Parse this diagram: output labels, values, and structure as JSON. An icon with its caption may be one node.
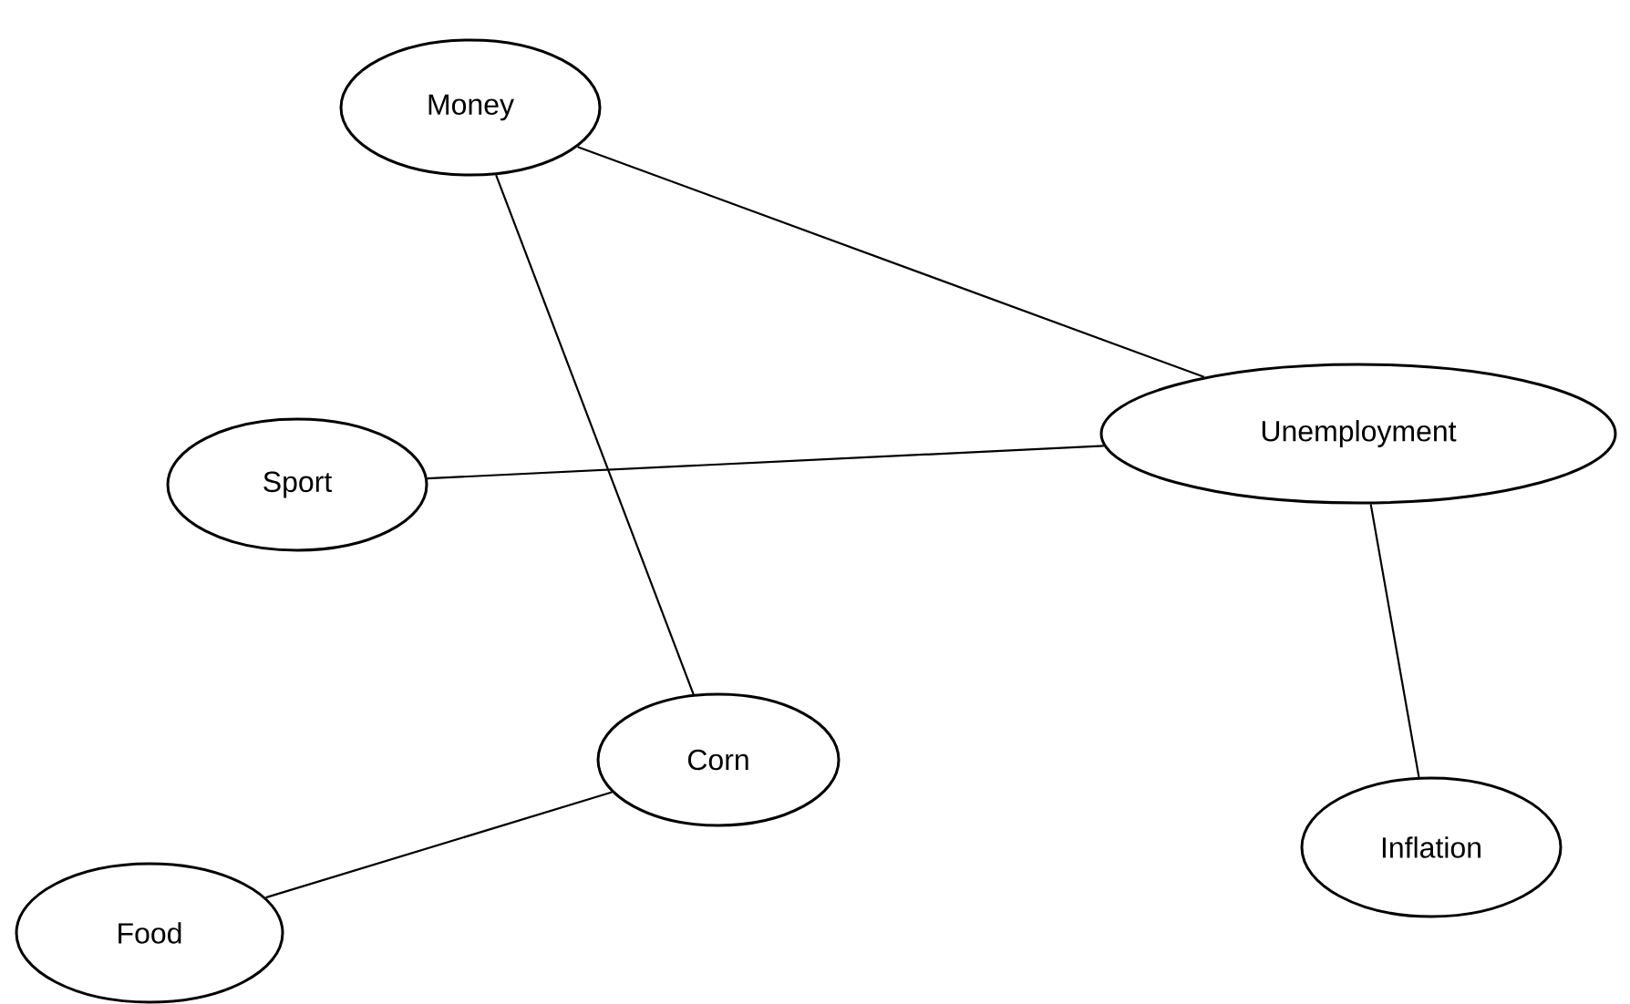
{
  "diagram": {
    "nodes": [
      {
        "text": [
          "Money"
        ]
      },
      {
        "text": [
          "Unemployment"
        ]
      },
      {
        "text": [
          "Sport"
        ]
      },
      {
        "text": [
          "Corn"
        ]
      },
      {
        "text": [
          "Inflation"
        ]
      },
      {
        "text": [
          "Food"
        ]
      }
    ],
    "edges": [
      {
        "from": 0,
        "to": 1,
        "arrow": "none"
      },
      {
        "from": 0,
        "to": 3,
        "arrow": "none"
      },
      {
        "from": 2,
        "to": 1,
        "arrow": "none"
      },
      {
        "from": 1,
        "to": 4,
        "arrow": "none"
      },
      {
        "from": 3,
        "to": 5,
        "arrow": "none"
      }
    ]
  }
}
